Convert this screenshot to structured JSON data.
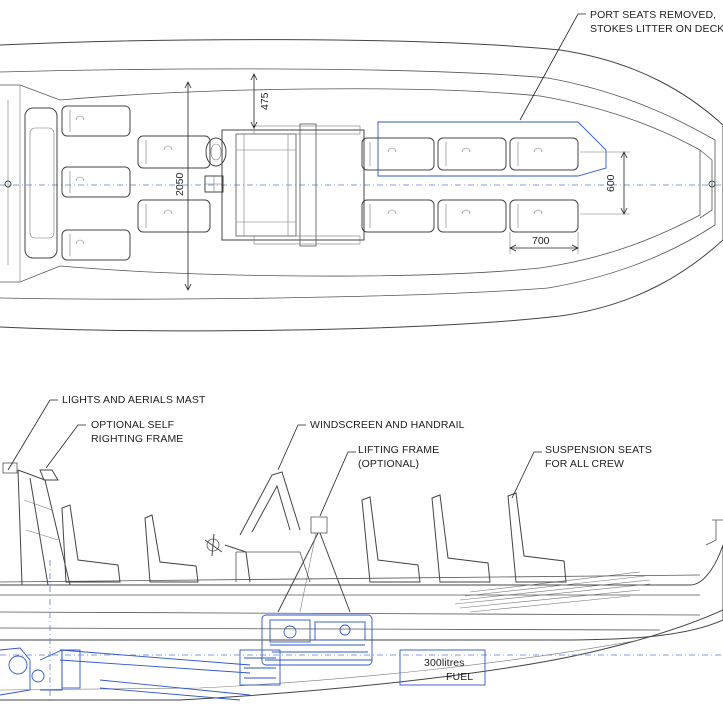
{
  "plan_view": {
    "beam_dimension": "2050",
    "seat_spacing_dimension": "475",
    "seat_width_dimension": "600",
    "seat_pitch_dimension": "700",
    "note_line1": "PORT SEATS REMOVED,",
    "note_line2": "STOKES LITTER ON DECK"
  },
  "side_view": {
    "mast_label": "LIGHTS AND AERIALS MAST",
    "frame_label_line1": "OPTIONAL SELF",
    "frame_label_line2": "RIGHTING FRAME",
    "windscreen_label": "WINDSCREEN AND HANDRAIL",
    "lifting_label_line1": "LIFTING FRAME",
    "lifting_label_line2": "(OPTIONAL)",
    "seats_label_line1": "SUSPENSION SEATS",
    "seats_label_line2": "FOR ALL CREW",
    "fuel_line1": "300litres",
    "fuel_line2": "FUEL"
  },
  "colors": {
    "line": "#444444",
    "engine_blue": "#2b57c9"
  }
}
